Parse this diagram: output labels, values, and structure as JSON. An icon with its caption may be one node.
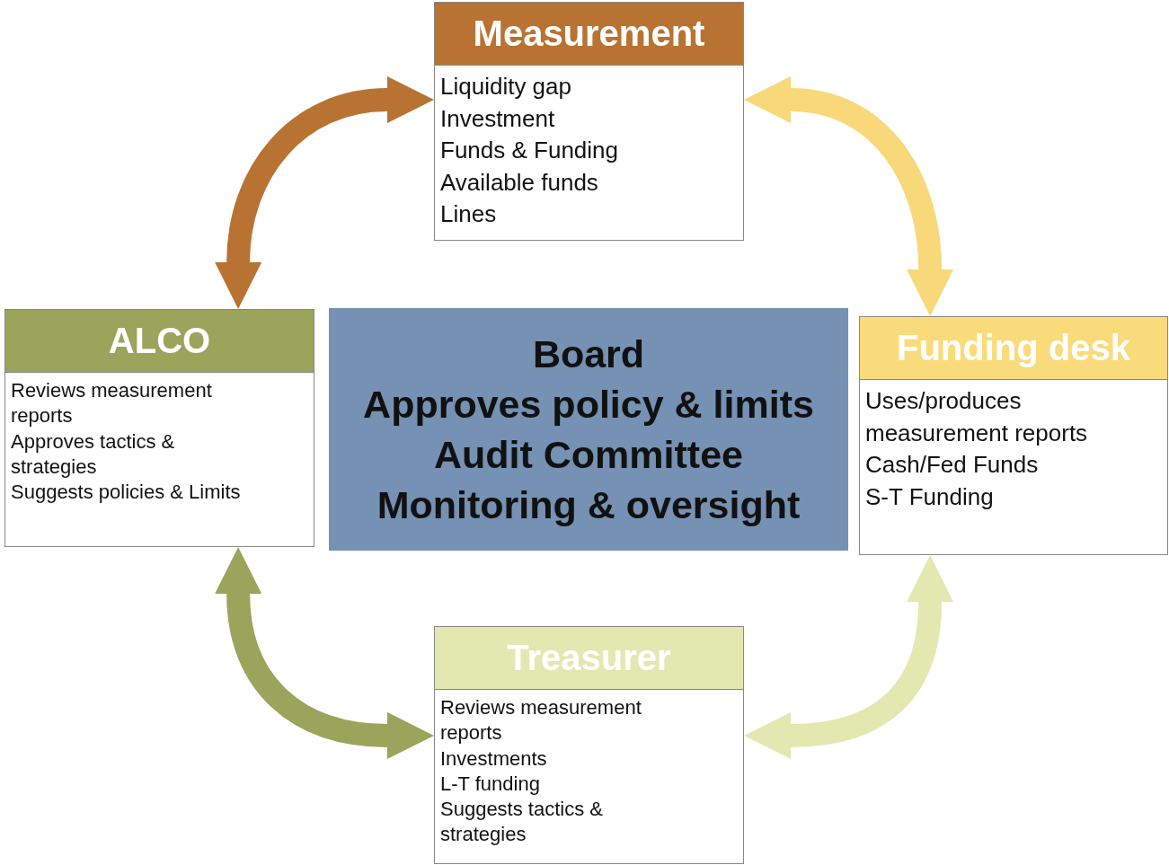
{
  "diagram": {
    "nodes": [
      {
        "text": [
          "Measurement",
          "Liquidity gap",
          "Investment",
          "Funds & Funding",
          "Available funds",
          "Lines"
        ]
      },
      {
        "text": [
          "ALCO",
          "Reviews measurement reports",
          "Approves tactics & strategies",
          "Suggests policies & Limits"
        ]
      },
      {
        "text": [
          "Board",
          "Approves policy & limits",
          "Audit Committee",
          "Monitoring & oversight"
        ]
      },
      {
        "text": [
          "Funding desk",
          "Uses/produces measurement reports",
          "Cash/Fed Funds",
          "S-T Funding"
        ]
      },
      {
        "text": [
          "Treasurer",
          "Reviews measurement reports",
          "Investments",
          "L-T funding",
          "Suggests tactics & strategies"
        ]
      }
    ],
    "edges": [
      {
        "from": 1,
        "to": 0,
        "arrow": "both",
        "color": "#b87333"
      },
      {
        "from": 0,
        "to": 3,
        "arrow": "both",
        "color": "#f9d87a"
      },
      {
        "from": 3,
        "to": 4,
        "arrow": "both",
        "color": "#e3e8b0"
      },
      {
        "from": 4,
        "to": 1,
        "arrow": "both",
        "color": "#9aa45a"
      }
    ]
  }
}
